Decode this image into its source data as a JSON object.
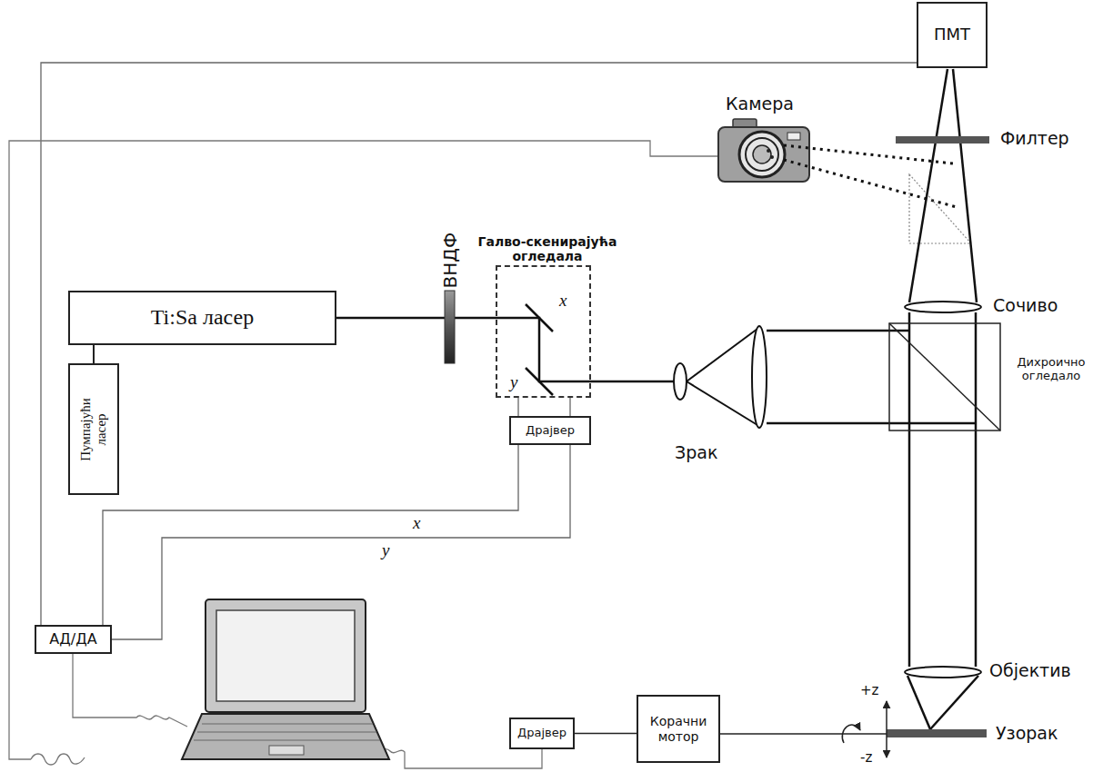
{
  "diagram": {
    "nodes": [
      {
        "text": [
          "ПМТ"
        ]
      },
      {
        "text": [
          "Галво-скенирајућа огледала",
          "x",
          "y"
        ]
      },
      {
        "text": [
          "Ti:Sa ласер"
        ]
      },
      {
        "text": [
          "Пумпајући ласер"
        ]
      },
      {
        "text": [
          "Драјвер"
        ]
      },
      {
        "text": [
          "АД/ДА"
        ]
      },
      {
        "text": [
          "Драјвер"
        ]
      },
      {
        "text": [
          "Корачни мотор"
        ]
      }
    ],
    "edges": [
      {
        "from": 3,
        "to": 2,
        "arrow": "none"
      },
      {
        "from": 2,
        "to": 1,
        "arrow": "none"
      },
      {
        "from": 1,
        "to": 4,
        "arrow": "none"
      },
      {
        "from": 1,
        "to": 4,
        "arrow": "none"
      },
      {
        "from": 4,
        "to": 5,
        "label": "x",
        "arrow": "none"
      },
      {
        "from": 4,
        "to": 5,
        "label": "y",
        "arrow": "none"
      },
      {
        "from": 0,
        "to": 5,
        "arrow": "none"
      },
      {
        "from": 6,
        "to": 7,
        "arrow": "none"
      }
    ],
    "labels": [
      "Камера",
      "Филтер",
      "ВНДФ",
      "Сочиво",
      "Дихроично огледало",
      "Зрак",
      "Објектив",
      "+z",
      "Узорак",
      "-z"
    ]
  }
}
